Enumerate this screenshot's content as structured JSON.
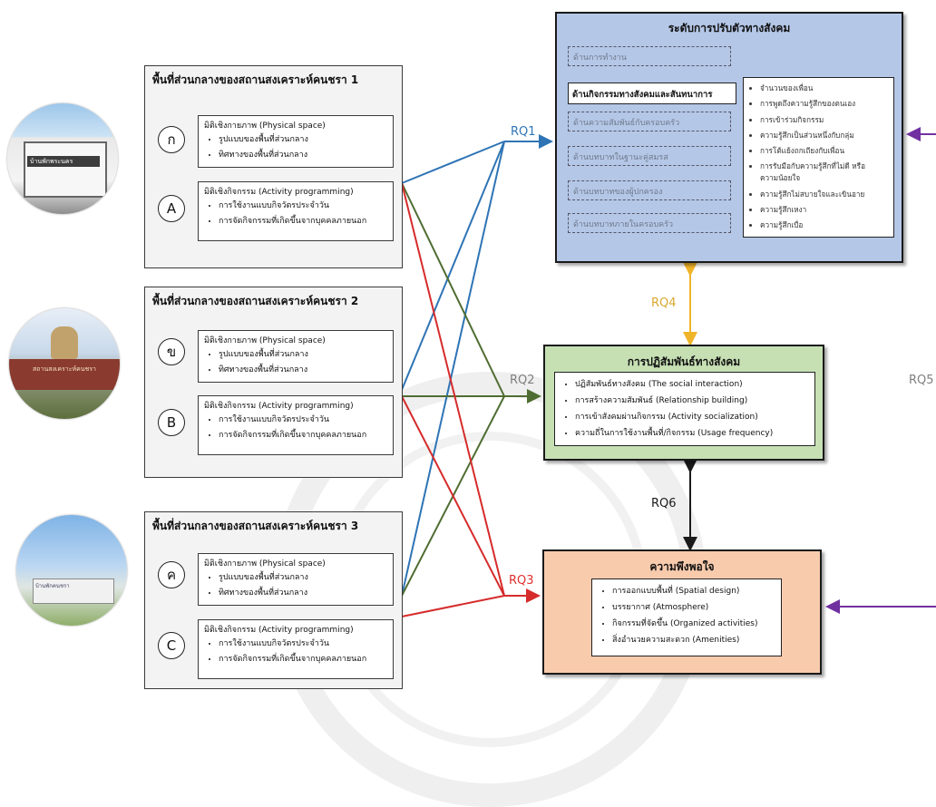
{
  "groups": [
    {
      "title": "พื้นที่ส่วนกลางของสถานสงเคราะห์คนชรา 1",
      "letter_th": "ก",
      "letter_en": "A",
      "physical": {
        "title": "มิติเชิงกายภาพ (Physical space)",
        "items": [
          "รูปแบบของพื้นที่ส่วนกลาง",
          "ทิศทางของพื้นที่ส่วนกลาง"
        ]
      },
      "activity": {
        "title": "มิติเชิงกิจกรรม (Activity programming)",
        "items": [
          "การใช้งานแบบกิจวัตรประจำวัน",
          "การจัดกิจกรรมที่เกิดขึ้นจากบุคคลภายนอก"
        ]
      }
    },
    {
      "title": "พื้นที่ส่วนกลางของสถานสงเคราะห์คนชรา 2",
      "letter_th": "ข",
      "letter_en": "B",
      "physical": {
        "title": "มิติเชิงกายภาพ (Physical space)",
        "items": [
          "รูปแบบของพื้นที่ส่วนกลาง",
          "ทิศทางของพื้นที่ส่วนกลาง"
        ]
      },
      "activity": {
        "title": "มิติเชิงกิจกรรม (Activity programming)",
        "items": [
          "การใช้งานแบบกิจวัตรประจำวัน",
          "การจัดกิจกรรมที่เกิดขึ้นจากบุคคลภายนอก"
        ]
      }
    },
    {
      "title": "พื้นที่ส่วนกลางของสถานสงเคราะห์คนชรา 3",
      "letter_th": "ค",
      "letter_en": "C",
      "physical": {
        "title": "มิติเชิงกายภาพ (Physical space)",
        "items": [
          "รูปแบบของพื้นที่ส่วนกลาง",
          "ทิศทางของพื้นที่ส่วนกลาง"
        ]
      },
      "activity": {
        "title": "มิติเชิงกิจกรรม (Activity programming)",
        "items": [
          "การใช้งานแบบกิจวัตรประจำวัน",
          "การจัดกิจกรรมที่เกิดขึ้นจากบุคคลภายนอก"
        ]
      }
    }
  ],
  "social_adjustment": {
    "title": "ระดับการปรับตัวทางสังคม",
    "dashed_items": [
      "ด้านการทำงาน",
      "ด้านความสัมพันธ์กับครอบครัว",
      "ด้านบทบาทในฐานะคู่สมรส",
      "ด้านบทบาทของผู้ปกครอง",
      "ด้านบทบาทภายในครอบครัว"
    ],
    "highlight_item": "ด้านกิจกรรมทางสังคมและสันทนาการ",
    "feelings": [
      "จำนวนของเพื่อน",
      "การพูดถึงความรู้สึกของตนเอง",
      "การเข้าร่วมกิจกรรม",
      "ความรู้สึกเป็นส่วนหนึ่งกับกลุ่ม",
      "การโต้แย้งถกเถียงกับเพื่อน",
      "การรับมือกับความรู้สึกที่ไม่ดี หรือความน้อยใจ",
      "ความรู้สึกไม่สบายใจและเขินอาย",
      "ความรู้สึกเหงา",
      "ความรู้สึกเบื่อ"
    ]
  },
  "social_interaction": {
    "title": "การปฏิสัมพันธ์ทางสังคม",
    "items": [
      "ปฏิสัมพันธ์ทางสังคม (The social interaction)",
      "การสร้างความสัมพันธ์ (Relationship building)",
      "การเข้าสังคมผ่านกิจกรรม (Activity socialization)",
      "ความถี่ในการใช้งานพื้นที่/กิจกรรม (Usage frequency)"
    ]
  },
  "satisfaction": {
    "title": "ความพึงพอใจ",
    "items": [
      "การออกแบบพื้นที่ (Spatial design)",
      "บรรยากาศ (Atmosphere)",
      "กิจกรรมที่จัดขึ้น (Organized activities)",
      "สิ่งอำนวยความสะดวก (Amenities)"
    ]
  },
  "rq_labels": {
    "rq1": "RQ1",
    "rq2": "RQ2",
    "rq3": "RQ3",
    "rq4": "RQ4",
    "rq5": "RQ5",
    "rq6": "RQ6"
  },
  "colors": {
    "rq1": "#2e74b5",
    "rq2": "#4f6d32",
    "rq3": "#d62b2b",
    "rq4": "#f0b429",
    "rq5": "#7030a0",
    "rq6": "#1a1a1a"
  }
}
